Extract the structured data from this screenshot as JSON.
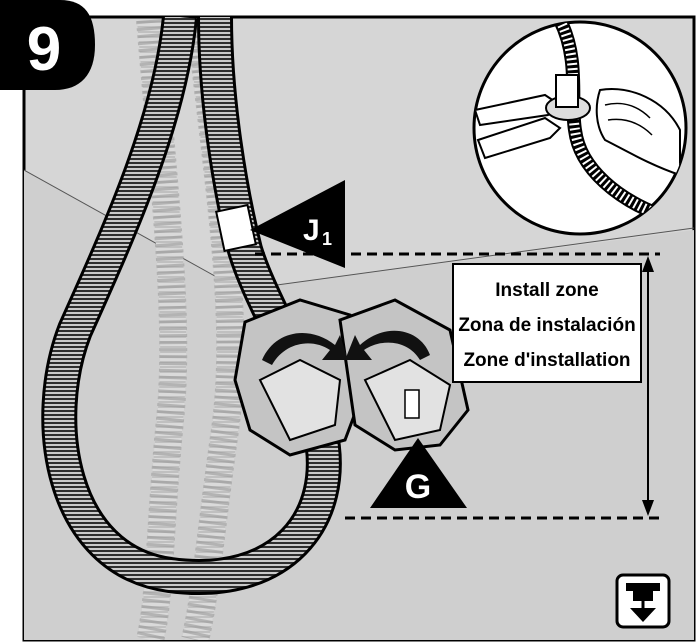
{
  "step_number": "9",
  "callouts": {
    "j1": {
      "letter": "J",
      "subscript": "1"
    },
    "g": {
      "letter": "G"
    }
  },
  "install_zone": {
    "line_en": "Install zone",
    "line_es": "Zona de instalación",
    "line_fr": "Zone d'installation"
  },
  "icons": [
    "step-badge",
    "inset-detail",
    "ferrite-clip",
    "drain-hose",
    "bottom-mount-icon"
  ],
  "colors": {
    "panel": "#d6d6d6",
    "ink": "#000000",
    "paper": "#ffffff",
    "hose_dark": "#3a3a3a"
  }
}
